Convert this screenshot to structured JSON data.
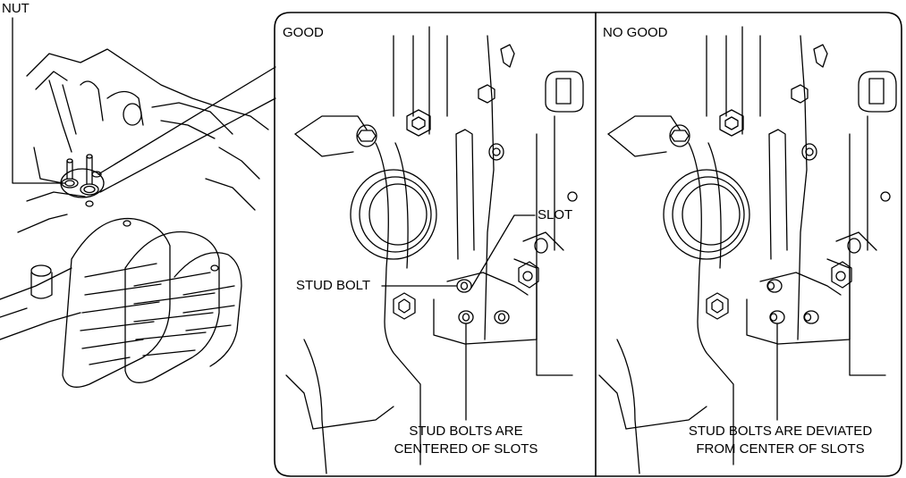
{
  "labels": {
    "nut": "NUT",
    "good": "GOOD",
    "no_good": "NO GOOD",
    "slot": "SLOT",
    "stud_bolt": "STUD BOLT",
    "good_caption_line1": "STUD BOLTS ARE",
    "good_caption_line2": "CENTERED OF SLOTS",
    "nogood_caption_line1": "STUD BOLTS ARE DEVIATED",
    "nogood_caption_line2": "FROM CENTER OF SLOTS"
  },
  "colors": {
    "line": "#000000",
    "background": "#ffffff"
  }
}
